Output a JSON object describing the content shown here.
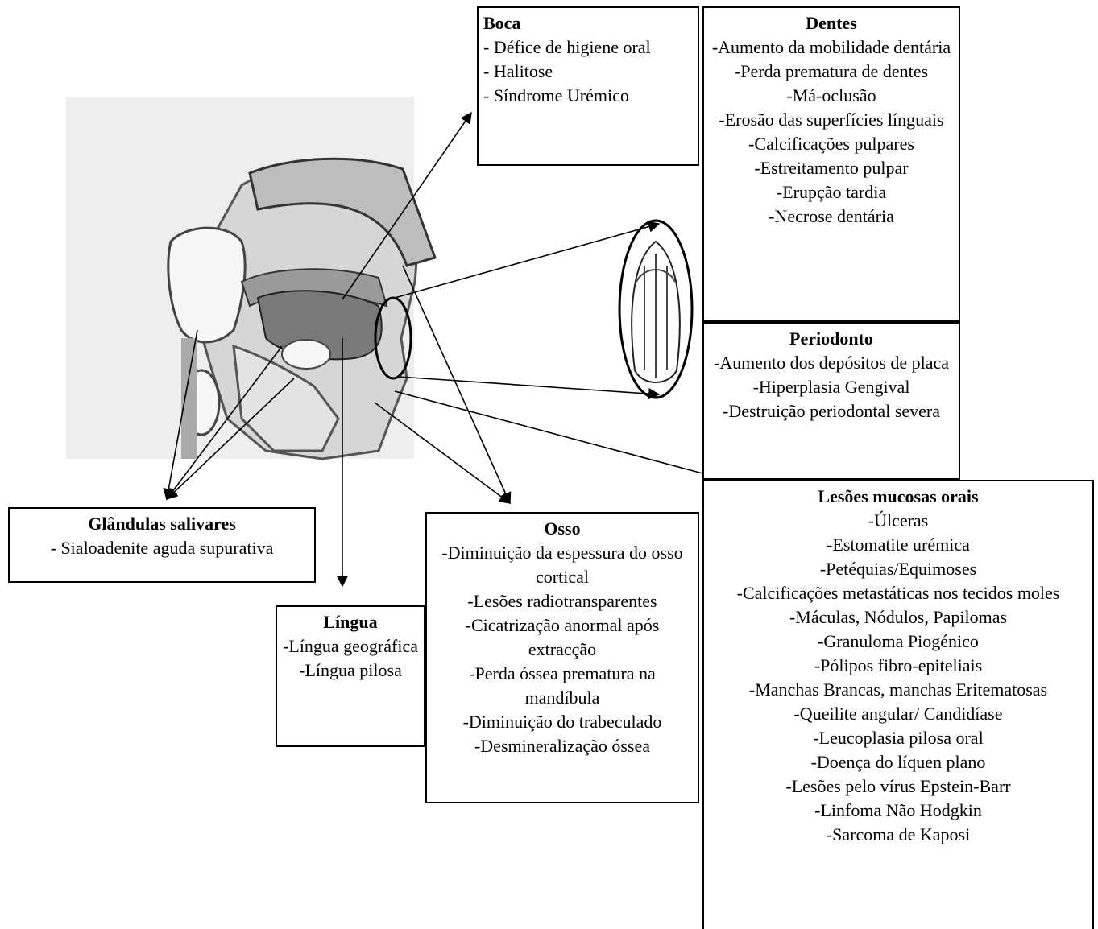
{
  "boxes": {
    "boca": {
      "title": "Boca",
      "items": [
        "- Défice de higiene oral",
        "- Halitose",
        "- Síndrome Urémico"
      ]
    },
    "dentes": {
      "title": "Dentes",
      "items": [
        "-Aumento da mobilidade dentária",
        "-Perda prematura de dentes",
        "-Má-oclusão",
        "-Erosão das superfícies línguais",
        "-Calcificações pulpares",
        "-Estreitamento pulpar",
        "-Erupção tardia",
        "-Necrose dentária"
      ]
    },
    "periodonto": {
      "title": "Periodonto",
      "items": [
        "-Aumento dos depósitos de placa",
        "-Hiperplasia Gengival",
        "-Destruição periodontal severa"
      ]
    },
    "lesoes": {
      "title": "Lesões mucosas orais",
      "items": [
        "-Úlceras",
        "-Estomatite urémica",
        "-Petéquias/Equimoses",
        "-Calcificações metastáticas nos tecidos moles",
        "-Máculas, Nódulos, Papilomas",
        "-Granuloma Piogénico",
        "-Pólipos fibro-epiteliais",
        "-Manchas Brancas, manchas Eritematosas",
        "-Queilite angular/ Candidíase",
        "-Leucoplasia pilosa oral",
        "-Doença do líquen plano",
        "-Lesões pelo vírus Epstein-Barr",
        "-Linfoma Não Hodgkin",
        "-Sarcoma de Kaposi"
      ]
    },
    "glandulas": {
      "title": "Glândulas salivares",
      "items": [
        "- Sialoadenite aguda supurativa"
      ]
    },
    "osso": {
      "title": "Osso",
      "items": [
        "-Diminuição da espessura do osso cortical",
        "-Lesões radiotransparentes",
        "-Cicatrização anormal após extracção",
        "-Perda óssea prematura na mandíbula",
        "-Diminuição do trabeculado",
        "-Desmineralização óssea"
      ]
    },
    "lingua": {
      "title": "Língua",
      "items": [
        "-Língua geográfica",
        "-Língua pilosa"
      ]
    }
  }
}
